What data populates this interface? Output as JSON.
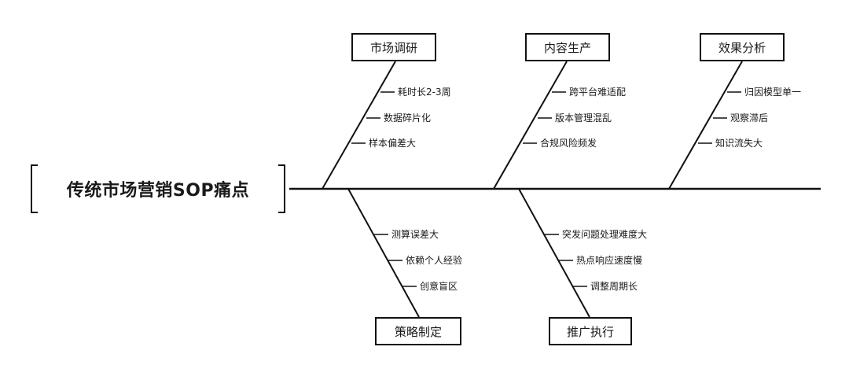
{
  "problem": "传统市场营销SOP痛点",
  "categories": [
    {
      "label": "市场调研",
      "causes": [
        "耗时长2-3周",
        "数据碎片化",
        "样本偏差大"
      ]
    },
    {
      "label": "内容生产",
      "causes": [
        "跨平台难适配",
        "版本管理混乱",
        "合规风险频发"
      ]
    },
    {
      "label": "效果分析",
      "causes": [
        "归因模型单一",
        "观察滞后",
        "知识流失大"
      ]
    },
    {
      "label": "策略制定",
      "causes": [
        "测算误差大",
        "依赖个人经验",
        "创意盲区"
      ]
    },
    {
      "label": "推广执行",
      "causes": [
        "突发问题处理难度大",
        "热点响应速度慢",
        "调整周期长"
      ]
    }
  ]
}
